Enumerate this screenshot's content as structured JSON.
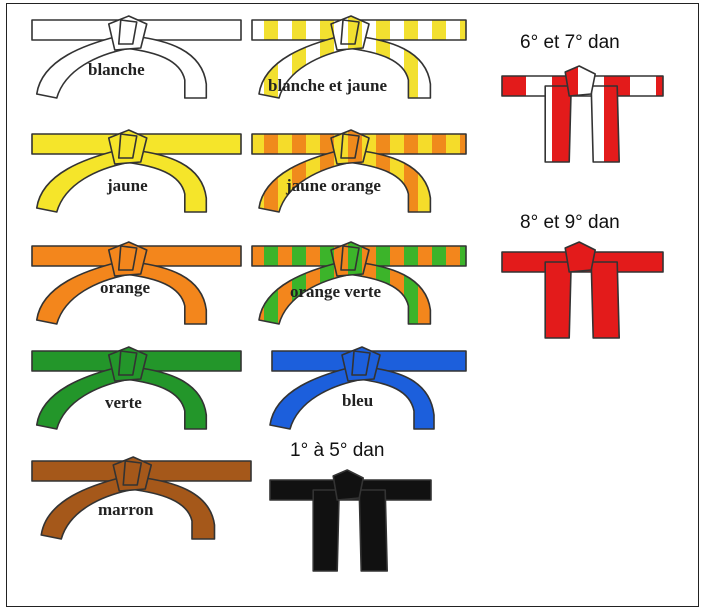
{
  "belts": [
    {
      "id": "blanche",
      "label": "blanche",
      "colors": [
        "#ffffff"
      ]
    },
    {
      "id": "blanche-jaune",
      "label": "blanche et jaune",
      "colors": [
        "#ffffff",
        "#f2e030"
      ]
    },
    {
      "id": "jaune",
      "label": "jaune",
      "colors": [
        "#f5e52a"
      ]
    },
    {
      "id": "jaune-orange",
      "label": "jaune orange",
      "colors": [
        "#f5dc2a",
        "#f08a1c"
      ]
    },
    {
      "id": "orange",
      "label": "orange",
      "colors": [
        "#f3861c"
      ]
    },
    {
      "id": "orange-verte",
      "label": "orange verte",
      "colors": [
        "#f3861c",
        "#3cb42a"
      ]
    },
    {
      "id": "verte",
      "label": "verte",
      "colors": [
        "#23962a"
      ]
    },
    {
      "id": "bleu",
      "label": "bleu",
      "colors": [
        "#1c5fdc"
      ]
    },
    {
      "id": "marron",
      "label": "marron",
      "colors": [
        "#a5581a"
      ]
    }
  ],
  "dan": [
    {
      "id": "dan-1-5",
      "label": "1° à 5° dan",
      "colors": [
        "#111111"
      ]
    },
    {
      "id": "dan-6-7",
      "label": "6° et 7° dan",
      "colors": [
        "#e31b1b",
        "#ffffff"
      ]
    },
    {
      "id": "dan-8-9",
      "label": "8° et 9° dan",
      "colors": [
        "#e31b1b"
      ]
    }
  ],
  "outline_color": "#333333"
}
